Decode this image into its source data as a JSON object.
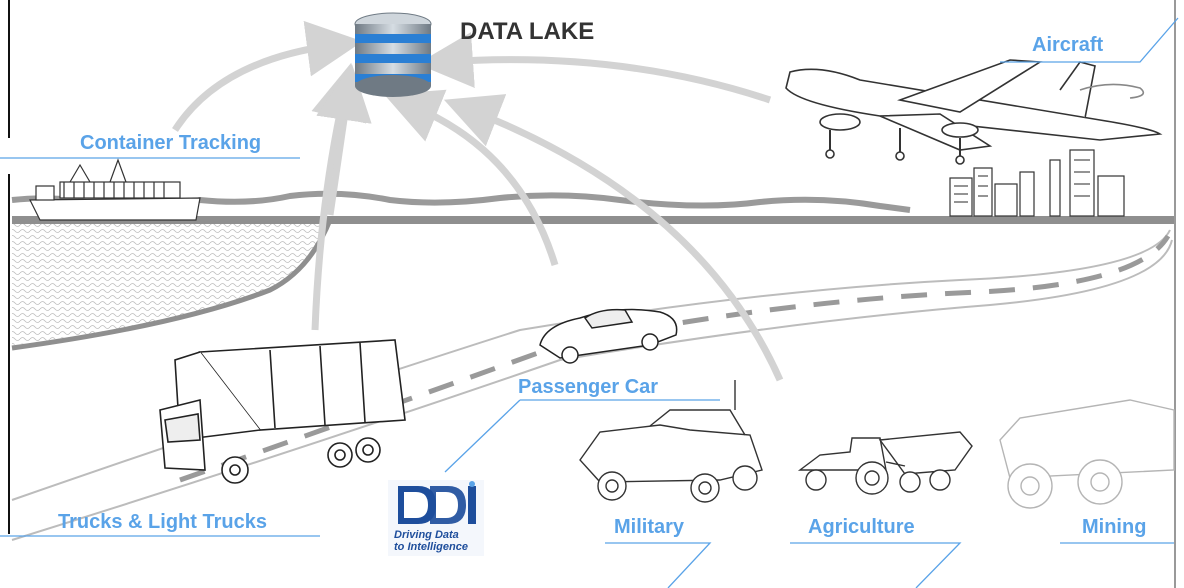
{
  "title": "DATA LAKE",
  "colors": {
    "label": "#5aa3e8",
    "arrow": "#d3d3d3",
    "ground": "#8f8f8f",
    "road_dash": "#9a9a9a",
    "db_blue": "#2a7fd4",
    "db_silver": "#9aa4ad"
  },
  "icons": [
    "database-icon",
    "aircraft-icon",
    "container-ship-icon",
    "truck-icon",
    "passenger-car-icon",
    "military-vehicle-icon",
    "tractor-icon",
    "mining-truck-icon",
    "city-skyline-icon",
    "ddi-logo"
  ],
  "labels": {
    "aircraft": "Aircraft",
    "container": "Container Tracking",
    "car": "Passenger Car",
    "trucks": "Trucks & Light Trucks",
    "military": "Military",
    "agriculture": "Agriculture",
    "mining": "Mining"
  },
  "logo": {
    "letters": "DDI",
    "line1": "Driving Data",
    "line2": "to Intelligence"
  }
}
